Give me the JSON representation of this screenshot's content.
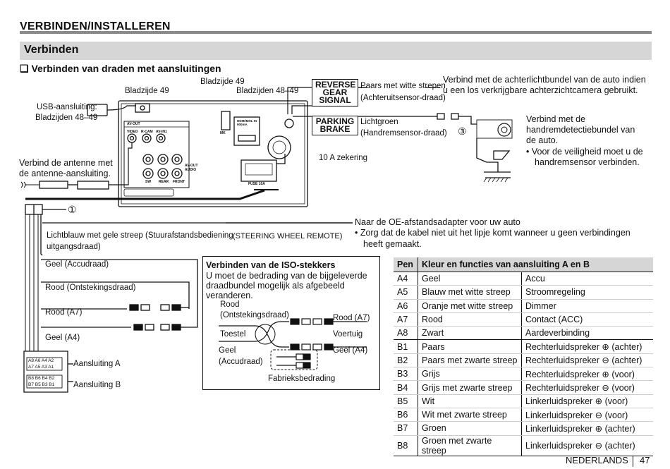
{
  "header": {
    "section_title": "VERBINDEN/INSTALLEREN",
    "subhead": "Verbinden",
    "h3": "❏ Verbinden van draden met aansluitingen"
  },
  "diagram": {
    "usb_label_1": "USB-aansluiting:",
    "usb_label_2": "Bladzijden 48–49",
    "bladzijde49_a": "Bladzijde 49",
    "bladzijde49_b": "Bladzijde 49",
    "bladzijden48_49": "Bladzijden 48–49",
    "antenna_1": "Verbind de antenne met",
    "antenna_2": "de antenne-aansluiting.",
    "reverse_1": "REVERSE",
    "reverse_2": "GEAR",
    "reverse_3": "SIGNAL",
    "parking_1": "PARKING",
    "parking_2": "BRAKE",
    "purple_1": "Paars met witte strepen",
    "purple_2": "(Achteruitsensor-draad)",
    "lightgreen_1": "Lichtgroen",
    "lightgreen_2": "(Handremsensor-draad)",
    "reverse_note_1": "Verbind met de achterlichtbundel van de auto indien",
    "reverse_note_2": "u een los verkrijgbare achterzichtcamera gebruikt.",
    "handbrake_note_1": "Verbind met de",
    "handbrake_note_2": "handremdetectiebundel van",
    "handbrake_note_3": "de auto.",
    "handbrake_note_4": "•  Voor de veiligheid moet u de",
    "handbrake_note_5": "handremsensor verbinden.",
    "circle3": "③",
    "circle1": "①",
    "fuse": "10 A zekering",
    "unit_fuse": "FUSE 10A",
    "unit_avout": "AV-OUT",
    "unit_video": "VIDEO",
    "unit_rcam": "R-CAM",
    "unit_avin1": "AV-IN1",
    "unit_sw": "SW",
    "unit_rear": "REAR",
    "unit_front": "FRONT",
    "unit_avout_audio": "AV-OUT AUDIO",
    "unit_mk": "MK",
    "unit_hdmi": "HDMI/MHL IN 900mA",
    "steering_1": "Lichtblauw met gele streep (Stuurafstandsbediening",
    "steering_2": "uitgangsdraad)",
    "steering_remote": "(STEERING WHEEL REMOTE)",
    "oe_1": "Naar de OE-afstandsadapter voor uw auto",
    "oe_2": "•  Zorg dat de kabel niet uit het lipje komt wanneer u geen verbindingen",
    "oe_3": "heeft gemaakt.",
    "geel_acc": "Geel (Accudraad)",
    "rood_ont": "Rood (Ontstekingsdraad)",
    "rood_a7": "Rood (A7)",
    "geel_a4": "Geel (A4)",
    "aansluiting_a": "Aansluiting A",
    "aansluiting_b": "Aansluiting B",
    "conn_a_row1": "A8 A6 A4 A2",
    "conn_a_row2": "A7 A5 A3 A1",
    "conn_b_row1": "B8 B6 B4 B2",
    "conn_b_row2": "B7 B5 B3 B1"
  },
  "iso_box": {
    "title": "Verbinden van de ISO-stekkers",
    "text_1": "U moet de bedrading van de bijgeleverde",
    "text_2": "draadbundel mogelijk als afgebeeld",
    "text_3": "veranderen.",
    "rood_ont_1": "Rood",
    "rood_ont_2": "(Ontstekingsdraad)",
    "toestel": "Toestel",
    "geel_1": "Geel",
    "geel_2": "(Accudraad)",
    "rood_a7": "Rood (A7)",
    "voertuig": "Voertuig",
    "geel_a4": "Geel (A4)",
    "fabrieks": "Fabrieksbedrading"
  },
  "pin_table": {
    "headers": [
      "Pen",
      "Kleur en functies van aansluiting A en B"
    ],
    "rows": [
      {
        "pin": "A4",
        "kleur": "Geel",
        "functie": "Accu"
      },
      {
        "pin": "A5",
        "kleur": "Blauw met witte streep",
        "functie": "Stroomregeling"
      },
      {
        "pin": "A6",
        "kleur": "Oranje met witte streep",
        "functie": "Dimmer"
      },
      {
        "pin": "A7",
        "kleur": "Rood",
        "functie": "Contact (ACC)"
      },
      {
        "pin": "A8",
        "kleur": "Zwart",
        "functie": "Aardeverbinding"
      },
      {
        "pin": "B1",
        "kleur": "Paars",
        "functie": "Rechterluidspreker ⊕ (achter)"
      },
      {
        "pin": "B2",
        "kleur": "Paars met zwarte streep",
        "functie": "Rechterluidspreker ⊖ (achter)"
      },
      {
        "pin": "B3",
        "kleur": "Grijs",
        "functie": "Rechterluidspreker ⊕ (voor)"
      },
      {
        "pin": "B4",
        "kleur": "Grijs met zwarte streep",
        "functie": "Rechterluidspreker ⊖ (voor)"
      },
      {
        "pin": "B5",
        "kleur": "Wit",
        "functie": "Linkerluidspreker ⊕ (voor)"
      },
      {
        "pin": "B6",
        "kleur": "Wit met zwarte streep",
        "functie": "Linkerluidspreker ⊖ (voor)"
      },
      {
        "pin": "B7",
        "kleur": "Groen",
        "functie": "Linkerluidspreker ⊕ (achter)"
      },
      {
        "pin": "B8",
        "kleur": "Groen met zwarte streep",
        "functie": "Linkerluidspreker ⊖ (achter)"
      }
    ]
  },
  "footer": {
    "language": "NEDERLANDS",
    "page": "47"
  }
}
